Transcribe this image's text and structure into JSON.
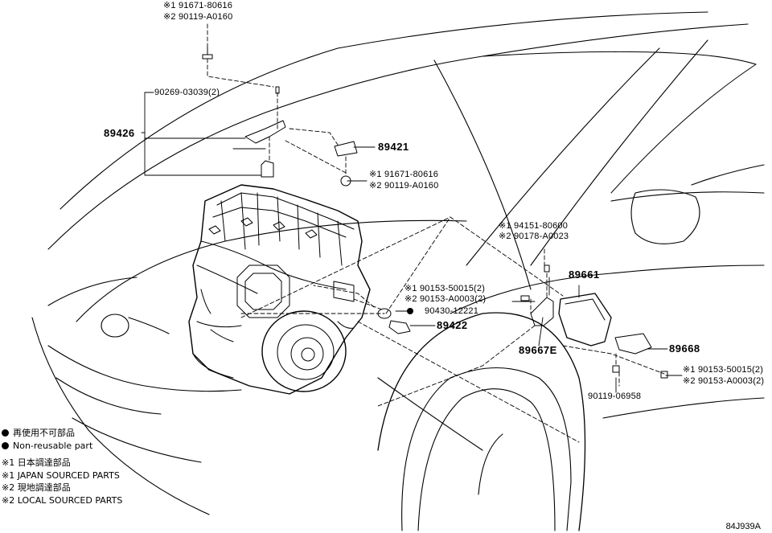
{
  "callouts": {
    "top_bolt_line1": "※1 91671-80616",
    "top_bolt_line2": "※2 90119-A0160",
    "clip_ref": "90269-03039(2)",
    "bracket_ref": "89426",
    "sensor_ref": "89421",
    "bolt2_line1": "※1 91671-80616",
    "bolt2_line2": "※2 90119-A0160",
    "bolt3_line1": "※1 94151-80600",
    "bolt3_line2": "※2 90178-A0023",
    "ecu_ref": "89661",
    "bolt4_line1": "※1 90153-50015(2)",
    "bolt4_line2": "※2 90153-A0003(2)",
    "gasket_ref": "90430-12221",
    "knock_sensor_ref": "89422",
    "bracket2_ref": "89667E",
    "bracket3_ref": "89668",
    "bolt5_line1": "※1 90153-50015(2)",
    "bolt5_line2": "※2 90153-A0003(2)",
    "bolt6_ref": "90119-06958"
  },
  "legend": {
    "nonreusable_jp": "再使用不可部品",
    "nonreusable_en": "Non-reusable part",
    "note1_jp": "※1 日本調達部品",
    "note1_en": "※1 JAPAN SOURCED PARTS",
    "note2_jp": "※2 現地調達部品",
    "note2_en": "※2 LOCAL SOURCED PARTS"
  },
  "figure_id": "84J939A"
}
